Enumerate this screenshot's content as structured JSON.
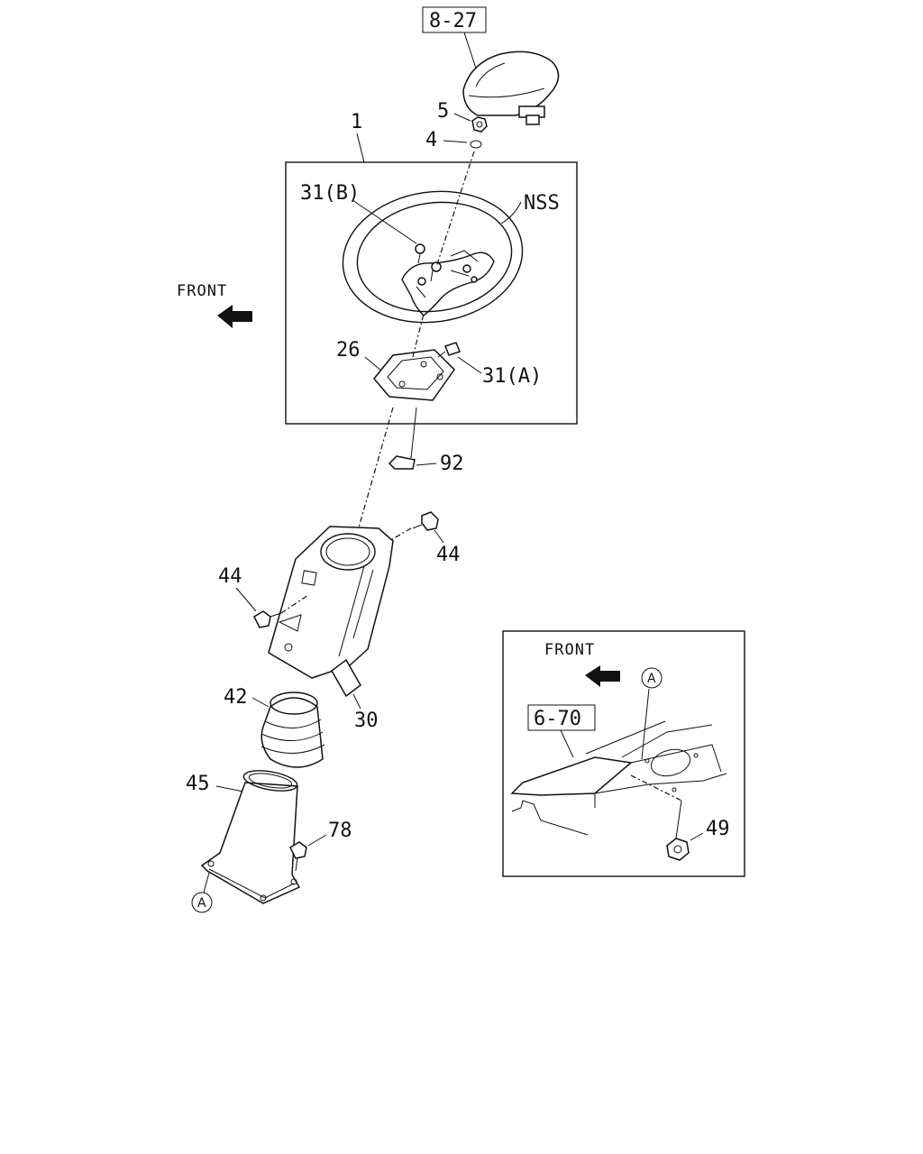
{
  "refs": {
    "airbag_ref": "8-27",
    "inset_ref": "6-70"
  },
  "labels": {
    "p1": "1",
    "p4": "4",
    "p5": "5",
    "p31b": "31(B)",
    "nss": "NSS",
    "front": "FRONT",
    "p26": "26",
    "p31a": "31(A)",
    "p92": "92",
    "p44_right": "44",
    "p44_left": "44",
    "p42": "42",
    "p30": "30",
    "p45": "45",
    "p78": "78",
    "marker_a": "A",
    "inset_front": "FRONT",
    "inset_marker_a": "A",
    "p49": "49"
  }
}
